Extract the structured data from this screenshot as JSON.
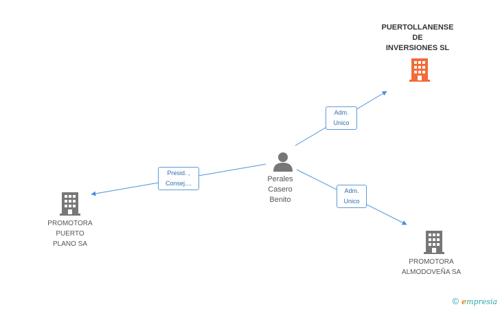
{
  "center": {
    "name": "Perales\nCasero\nBenito"
  },
  "companies": [
    {
      "id": "top-right",
      "name": "PUERTOLLANENSE\nDE\nINVERSIONES SL",
      "highlight": true
    },
    {
      "id": "left",
      "name": "PROMOTORA\nPUERTO\nPLANO SA",
      "highlight": false
    },
    {
      "id": "bottom-right",
      "name": "PROMOTORA\nALMODOVEÑA SA",
      "highlight": false
    }
  ],
  "roles": [
    {
      "label": "Adm.\nUnico"
    },
    {
      "label": "Presid. ,\nConsej...."
    },
    {
      "label": "Adm.\nUnico"
    }
  ],
  "footer": {
    "copyright": "©",
    "brand_e": "e",
    "brand_rest": "mpresia"
  },
  "colors": {
    "edge": "#4a90d9",
    "building_highlight": "#f26b3a",
    "building": "#777777",
    "person": "#777777"
  }
}
